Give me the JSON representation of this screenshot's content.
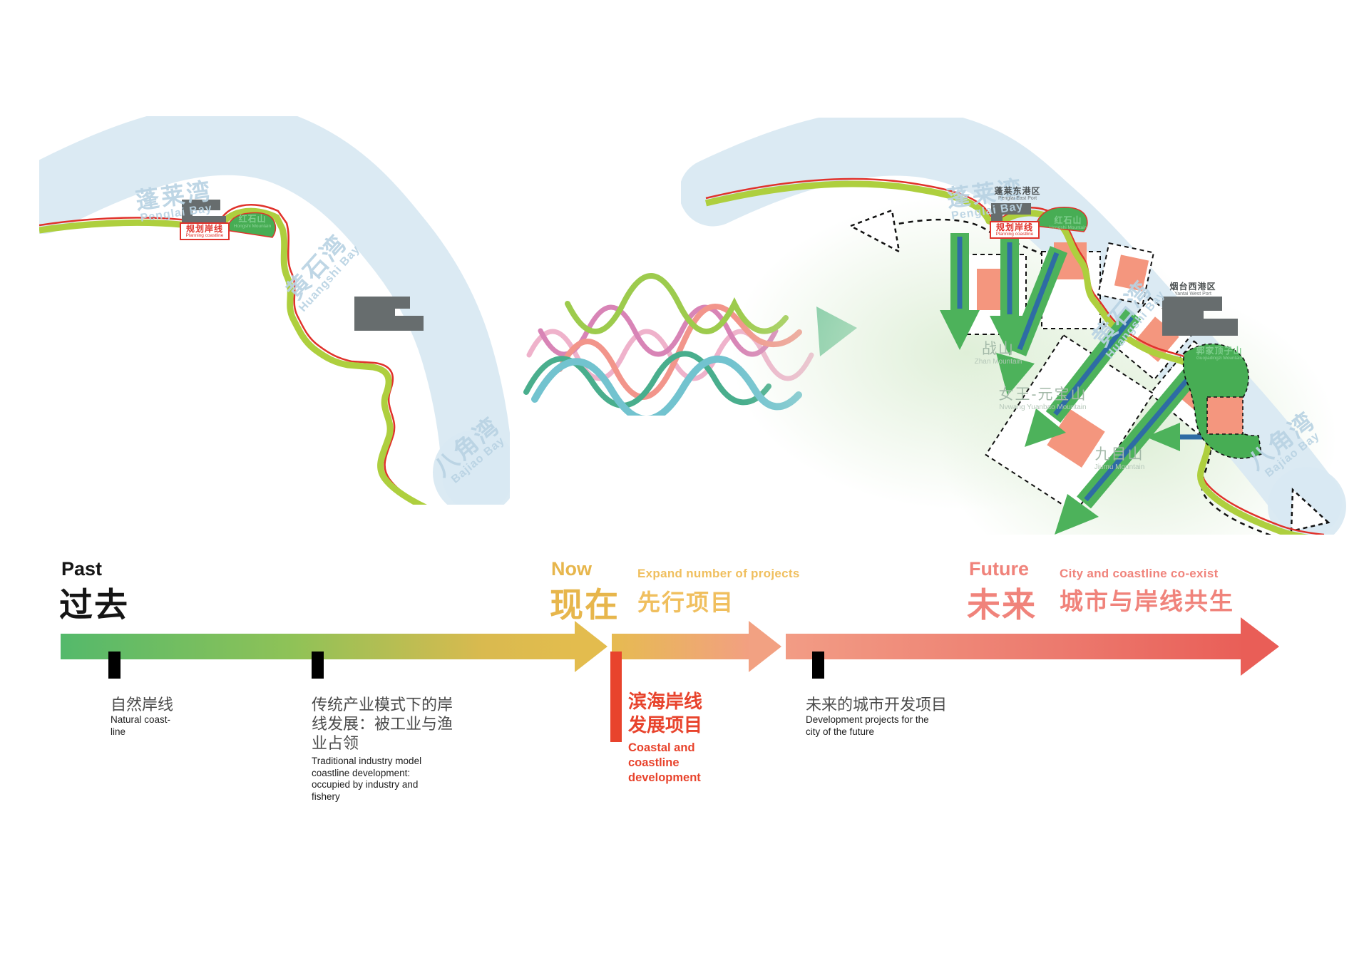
{
  "past_map": {
    "bays": {
      "penglai": {
        "zh": "蓬莱湾",
        "en": "Penglai Bay"
      },
      "huangshi": {
        "zh": "黄石湾",
        "en": "Huangshi Bay"
      },
      "bajiao": {
        "zh": "八角湾",
        "en": "Bajiao Bay"
      }
    },
    "planning_box": {
      "zh": "规划岸线",
      "en": "Planning coastline"
    },
    "mountain": {
      "zh": "红石山",
      "en": "Hongshi Mountain"
    }
  },
  "future_map": {
    "bays": {
      "penglai": {
        "zh": "蓬莱湾",
        "en": "Penglai Bay"
      },
      "huangshi": {
        "zh": "黄石湾",
        "en": "Huangshi Bay"
      },
      "bajiao": {
        "zh": "八角湾",
        "en": "Bajiao Bay"
      }
    },
    "ports": {
      "penglai_east": {
        "zh": "蓬莱东港区",
        "en": "Penglai East Port"
      },
      "yantai_west": {
        "zh": "烟台西港区",
        "en": "Yantai West Port"
      }
    },
    "planning_box": {
      "zh": "规划岸线",
      "en": "Planning coastline"
    },
    "mountains": {
      "hongshi": {
        "zh": "红石山",
        "en": "Hongshi Mountain"
      },
      "zhan": {
        "zh": "战山",
        "en": "Zhan Mountain"
      },
      "nvwang": {
        "zh": "女王-元宝山",
        "en": "Nvwang Yuanbao Mountain"
      },
      "jiumu": {
        "zh": "九目山",
        "en": "Jiumu Mountain"
      },
      "dingzi": {
        "zh": "郭家顶子山",
        "en": "Guojiadingzi Mountain"
      }
    }
  },
  "timeline": {
    "past": {
      "en": "Past",
      "zh": "过去"
    },
    "now": {
      "en": "Now",
      "zh": "现在",
      "note_en": "Expand number of projects",
      "note_zh": "先行项目"
    },
    "future": {
      "en": "Future",
      "zh": "未来",
      "note_en": "City and coastline co-exist",
      "note_zh": "城市与岸线共生"
    },
    "milestones": {
      "m1": {
        "zh": "自然岸线",
        "en": "Natural coast-\nline"
      },
      "m2": {
        "zh": "传统产业模式下的岸\n线发展：被工业与渔\n业占领",
        "en": "Traditional industry model\ncoastline development:\noccupied by industry and\nfishery"
      },
      "m3": {
        "zh": "滨海岸线\n发展项目",
        "en": "Coastal and\ncoastline\ndevelopment"
      },
      "m4": {
        "zh": "未来的城市开发项目",
        "en": "Development projects for the\ncity of the future"
      }
    }
  },
  "colors": {
    "timeline_green": "#54b96b",
    "timeline_gold": "#e3bc4e",
    "timeline_coral": "#e95f58",
    "highlight_red": "#e8432c",
    "coastline_green": "#aecf3e",
    "planning_red": "#e0322b",
    "water_blue": "#d9e9f2",
    "parcel_salmon": "#f4967e",
    "corridor_green": "#4db25b",
    "corridor_blue": "#2e6ca4"
  }
}
